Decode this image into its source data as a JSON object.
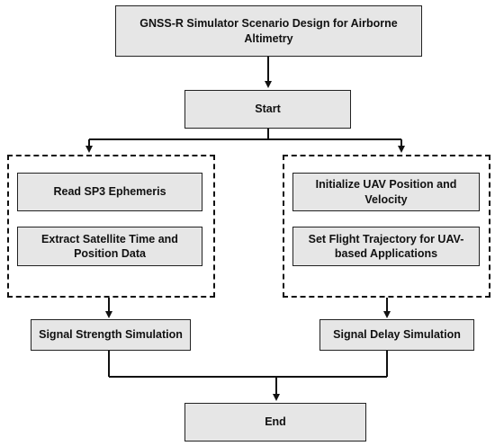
{
  "nodes": {
    "title": "GNSS-R Simulator Scenario Design for Airborne Altimetry",
    "start": "Start",
    "read_sp3": "Read SP3 Ephemeris",
    "extract_sat": "Extract Satellite Time and Position Data",
    "init_uav": "Initialize UAV Position and Velocity",
    "set_traj": "Set Flight Trajectory for UAV-based Applications",
    "signal_strength": "Signal Strength Simulation",
    "signal_delay": "Signal Delay Simulation",
    "end": "End"
  },
  "colors": {
    "box_fill": "#e6e6e6",
    "stroke": "#111111"
  }
}
